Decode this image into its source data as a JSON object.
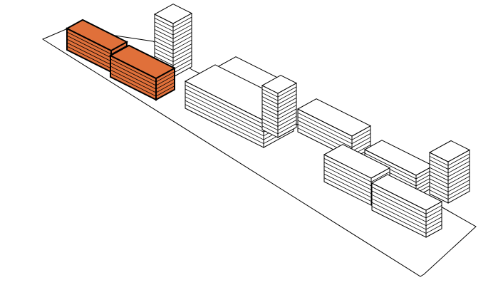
{
  "colors": {
    "highlight": "#E0703A",
    "building": "#ffffff",
    "stroke": "#000000"
  },
  "buildings": [
    {
      "name": "existing-tower-north",
      "highlighted": false,
      "floors": 14
    },
    {
      "name": "upper-slab",
      "highlighted": false,
      "floors": 5
    },
    {
      "name": "main-slab",
      "highlighted": false,
      "floors": 7
    },
    {
      "name": "tower-central",
      "highlighted": false,
      "floors": 12
    },
    {
      "name": "middle-block",
      "highlighted": false,
      "floors": 6
    },
    {
      "name": "east-block-upper",
      "highlighted": false,
      "floors": 6
    },
    {
      "name": "south-block-west",
      "highlighted": false,
      "floors": 7
    },
    {
      "name": "south-block-east",
      "highlighted": false,
      "floors": 7
    },
    {
      "name": "tower-east",
      "highlighted": false,
      "floors": 11
    },
    {
      "name": "highlighted-wing-a",
      "highlighted": true,
      "floors": 6
    },
    {
      "name": "highlighted-wing-b",
      "highlighted": true,
      "floors": 6
    }
  ]
}
